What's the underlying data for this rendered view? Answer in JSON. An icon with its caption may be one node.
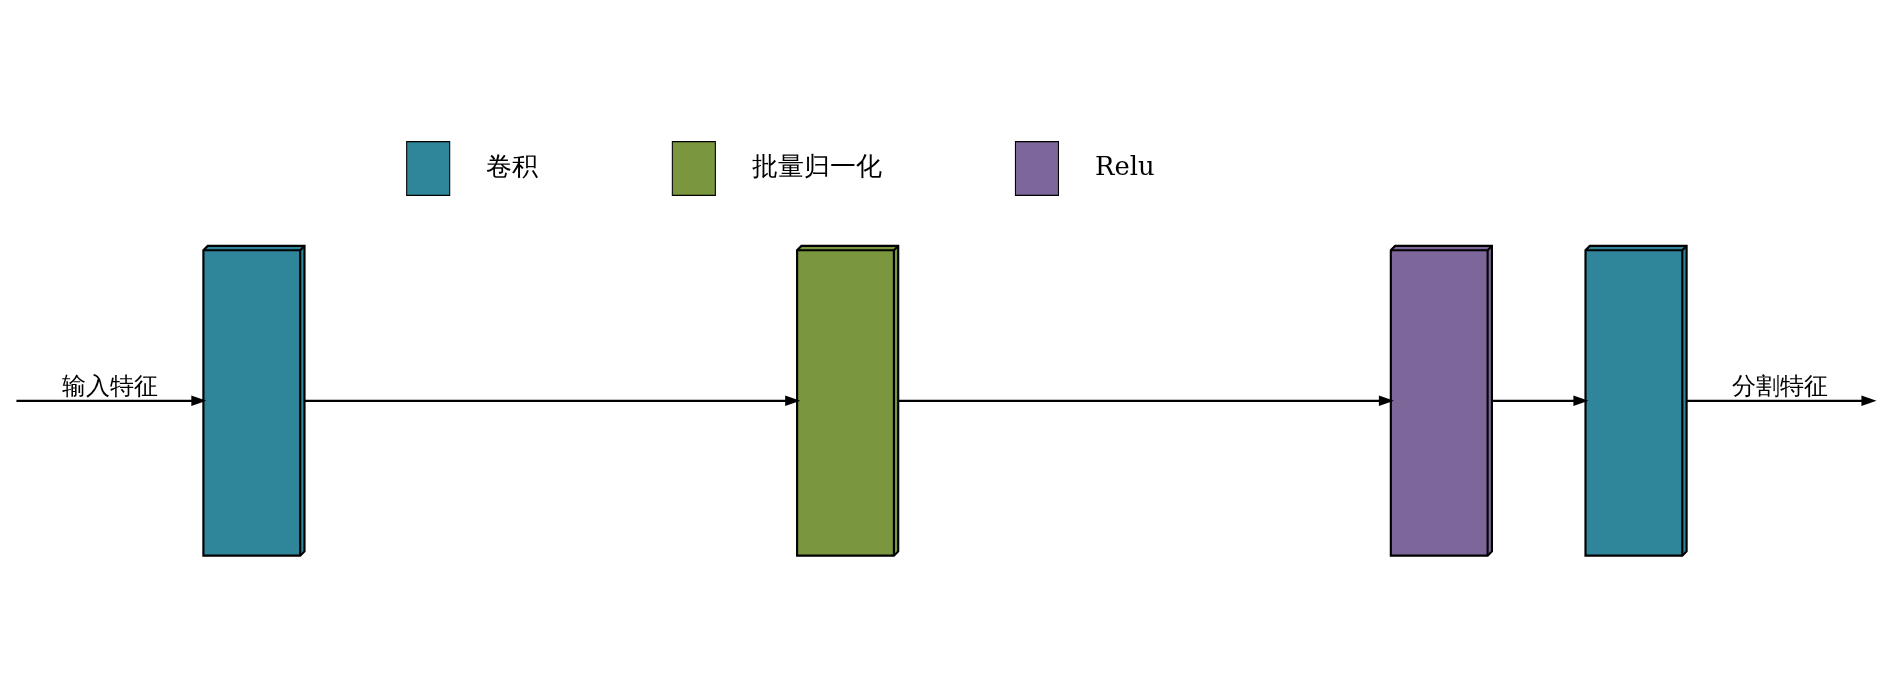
{
  "diagram": {
    "nodes": [
      {
        "text": [],
        "shape": "box"
      },
      {
        "text": [],
        "shape": "box"
      },
      {
        "text": [],
        "shape": "box"
      },
      {
        "text": [],
        "shape": "box"
      }
    ],
    "edges": [
      {
        "from": null,
        "to": 0,
        "arrow": "to",
        "label": "输入特征"
      },
      {
        "from": 0,
        "to": 1,
        "arrow": "to"
      },
      {
        "from": 1,
        "to": 2,
        "arrow": "to"
      },
      {
        "from": 2,
        "to": 3,
        "arrow": "to"
      },
      {
        "from": 3,
        "to": null,
        "arrow": "to",
        "label": "分割特征"
      }
    ],
    "legend": [
      {
        "text": "卷积",
        "color": "#2f8599"
      },
      {
        "text": "批量归一化",
        "color": "#7a963f"
      },
      {
        "text": "Relu",
        "color": "#7d6699"
      }
    ]
  }
}
